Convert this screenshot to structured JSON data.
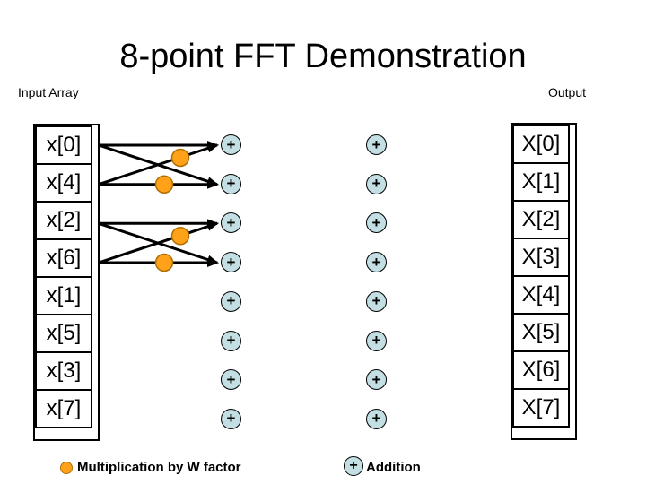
{
  "slide": {
    "title": "8-point FFT Demonstration",
    "input_label": "Input Array",
    "output_label": "Output"
  },
  "input_array": {
    "cells": [
      "x[0]",
      "x[4]",
      "x[2]",
      "x[6]",
      "x[1]",
      "x[5]",
      "x[3]",
      "x[7]"
    ]
  },
  "output_array": {
    "cells": [
      "X[0]",
      "X[1]",
      "X[2]",
      "X[3]",
      "X[4]",
      "X[5]",
      "X[6]",
      "X[7]"
    ]
  },
  "adders": {
    "symbol": "+"
  },
  "legend": {
    "multiplication_label": "Multiplication by W factor",
    "addition_symbol": "+",
    "addition_label": "Addition"
  },
  "colors": {
    "adder_fill": "#c3dfe4",
    "multiplier_fill": "#ffa119",
    "multiplier_border": "#b06f00",
    "line": "#000000",
    "background": "#ffffff"
  }
}
